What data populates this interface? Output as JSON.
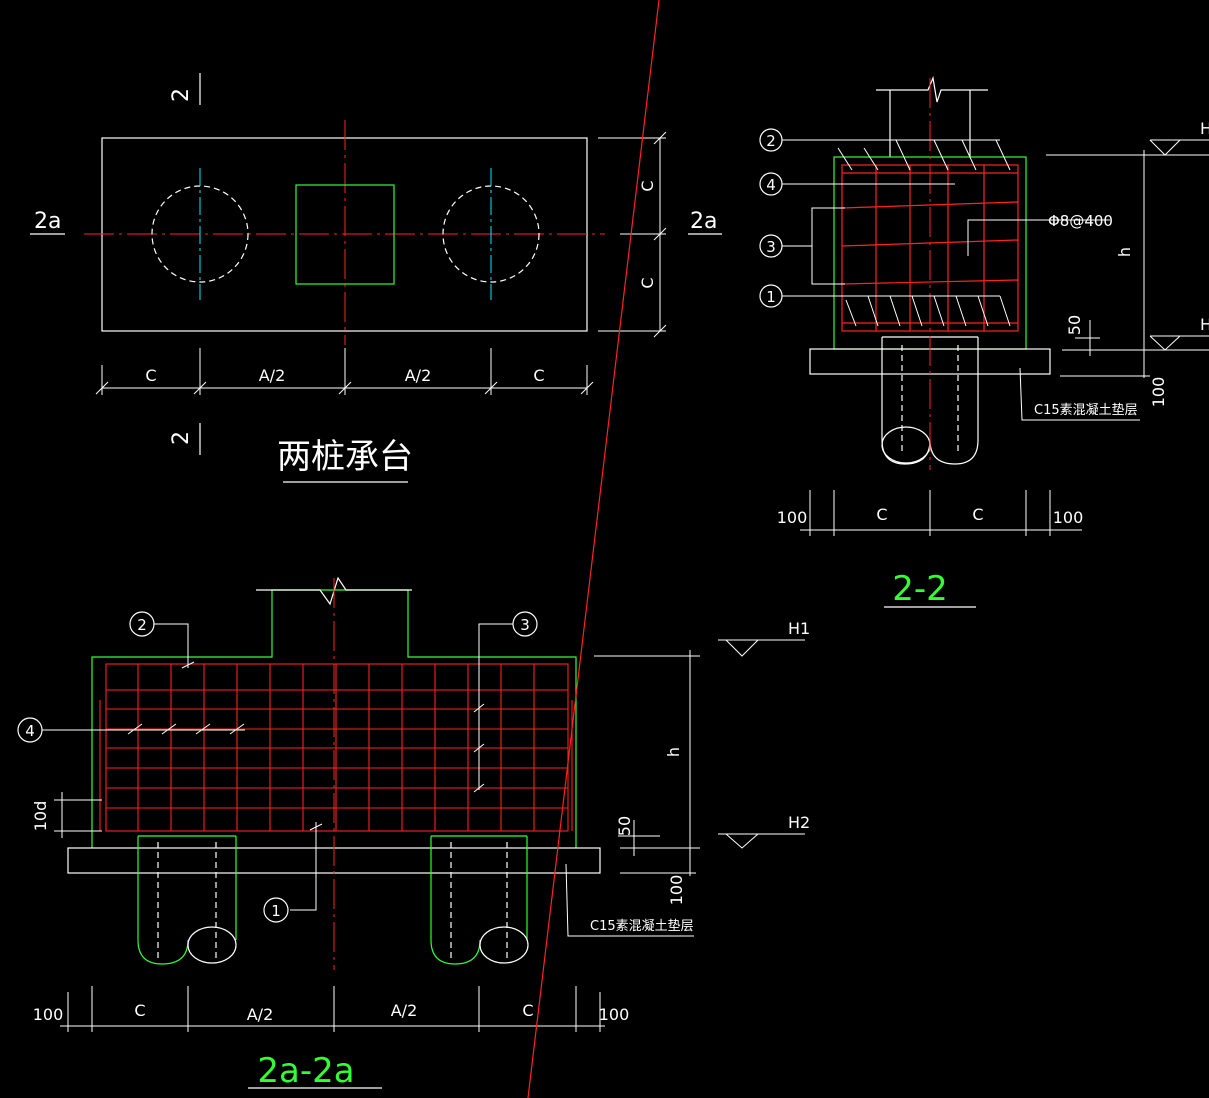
{
  "plan": {
    "title": "两桩承台",
    "section_mark_2": "2",
    "section_mark_2a": "2a",
    "dims": [
      "C",
      "A/2",
      "A/2",
      "C"
    ],
    "side_dims": [
      "C",
      "C"
    ]
  },
  "section_22": {
    "title": "2-2",
    "markers": [
      "1",
      "2",
      "3",
      "4"
    ],
    "rebar_note": "Φ8@400",
    "elev_top": "H",
    "elev_bottom": "H",
    "height_label": "h",
    "cover": "50",
    "bed": "100",
    "bed_note": "C15素混凝土垫层",
    "dims": [
      "100",
      "C",
      "C",
      "100"
    ]
  },
  "section_2a": {
    "title": "2a-2a",
    "markers": [
      "1",
      "2",
      "3",
      "4"
    ],
    "elev_top": "H1",
    "elev_bottom": "H2",
    "height_label": "h",
    "cover": "50",
    "bed": "100",
    "anchor": "10d",
    "bed_note": "C15素混凝土垫层",
    "dims": [
      "100",
      "C",
      "A/2",
      "A/2",
      "C",
      "100"
    ]
  },
  "colors": {
    "outline": "#ffffff",
    "concrete": "#33ff33",
    "rebar": "#ff2020",
    "axis": "#ff2020",
    "pile_axis": "#00e5ff"
  }
}
